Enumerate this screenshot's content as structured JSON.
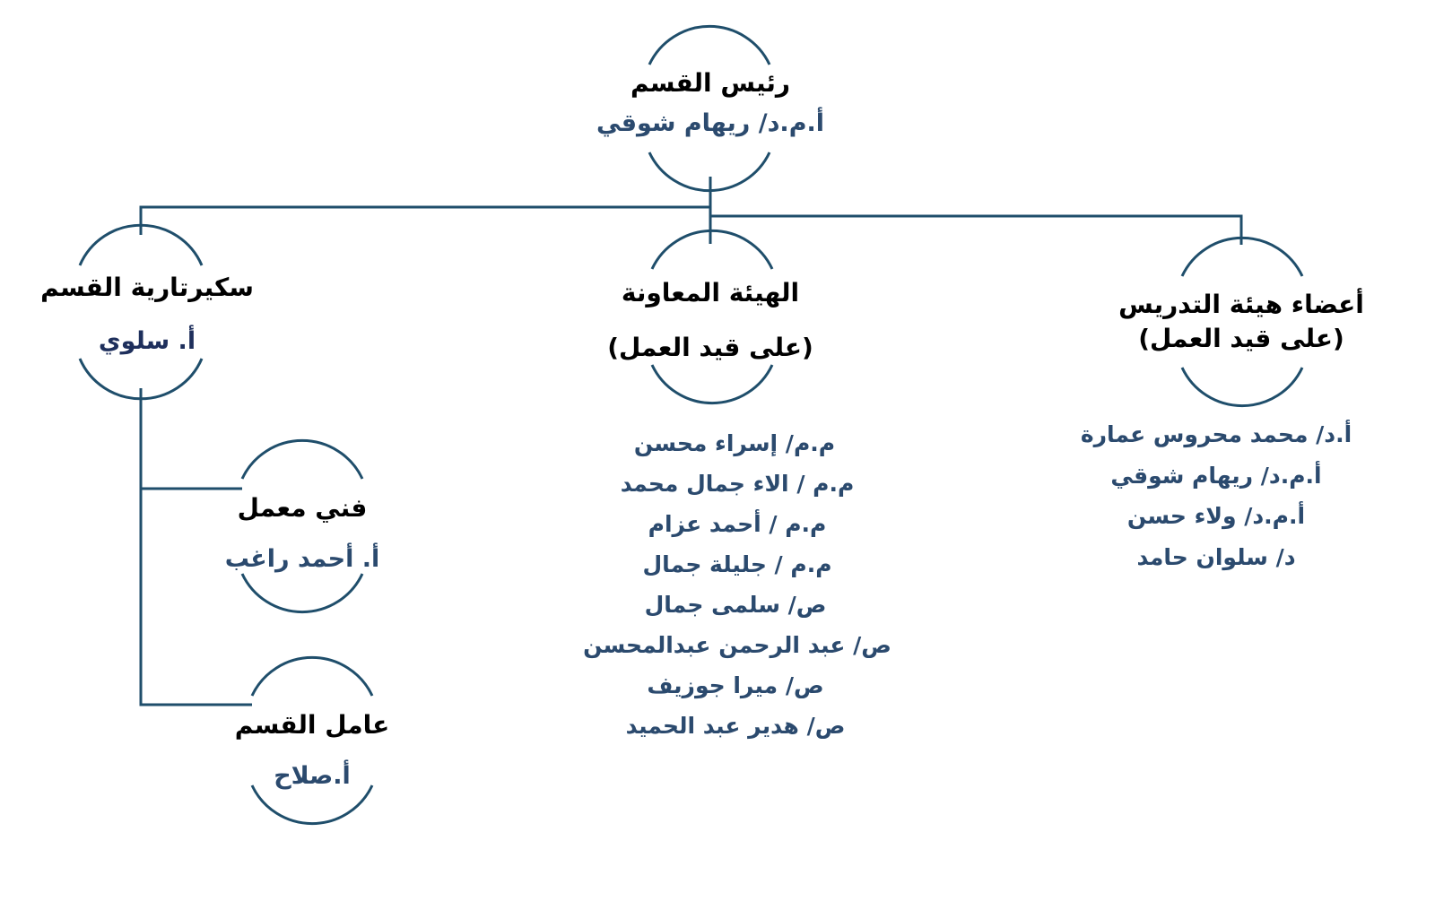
{
  "colors": {
    "line": "#1f4e6b",
    "title": "#000000",
    "name": "#2b4a6e"
  },
  "head": {
    "title": "رئيس القسم",
    "name": "أ.م.د/ ريهام شوقي"
  },
  "faculty": {
    "title": "أعضاء هيئة التدريس",
    "subtitle": "(على قيد العمل)",
    "members": [
      "أ.د/ محمد محروس عمارة",
      "أ.م.د/ ريهام شوقي",
      "أ.م.د/ ولاء حسن",
      "د/ سلوان حامد"
    ]
  },
  "assistants": {
    "title": "الهيئة المعاونة",
    "subtitle": "(على قيد العمل)",
    "members": [
      "م.م/ إسراء محسن",
      "م.م / الاء جمال محمد",
      "م.م / أحمد عزام",
      "م.م / جليلة جمال",
      "ص/  سلمى جمال",
      "ص/ عبد الرحمن عبدالمحسن",
      "ص/ ميرا جوزيف",
      "ص/ هدير عبد الحميد"
    ]
  },
  "secretariat": {
    "title": "سكيرتارية القسم",
    "name": "أ. سلوي"
  },
  "lab_technician": {
    "title": "فني معمل",
    "name": "أ. أحمد راغب"
  },
  "worker": {
    "title": "عامل القسم",
    "name": "أ.صلاح"
  }
}
